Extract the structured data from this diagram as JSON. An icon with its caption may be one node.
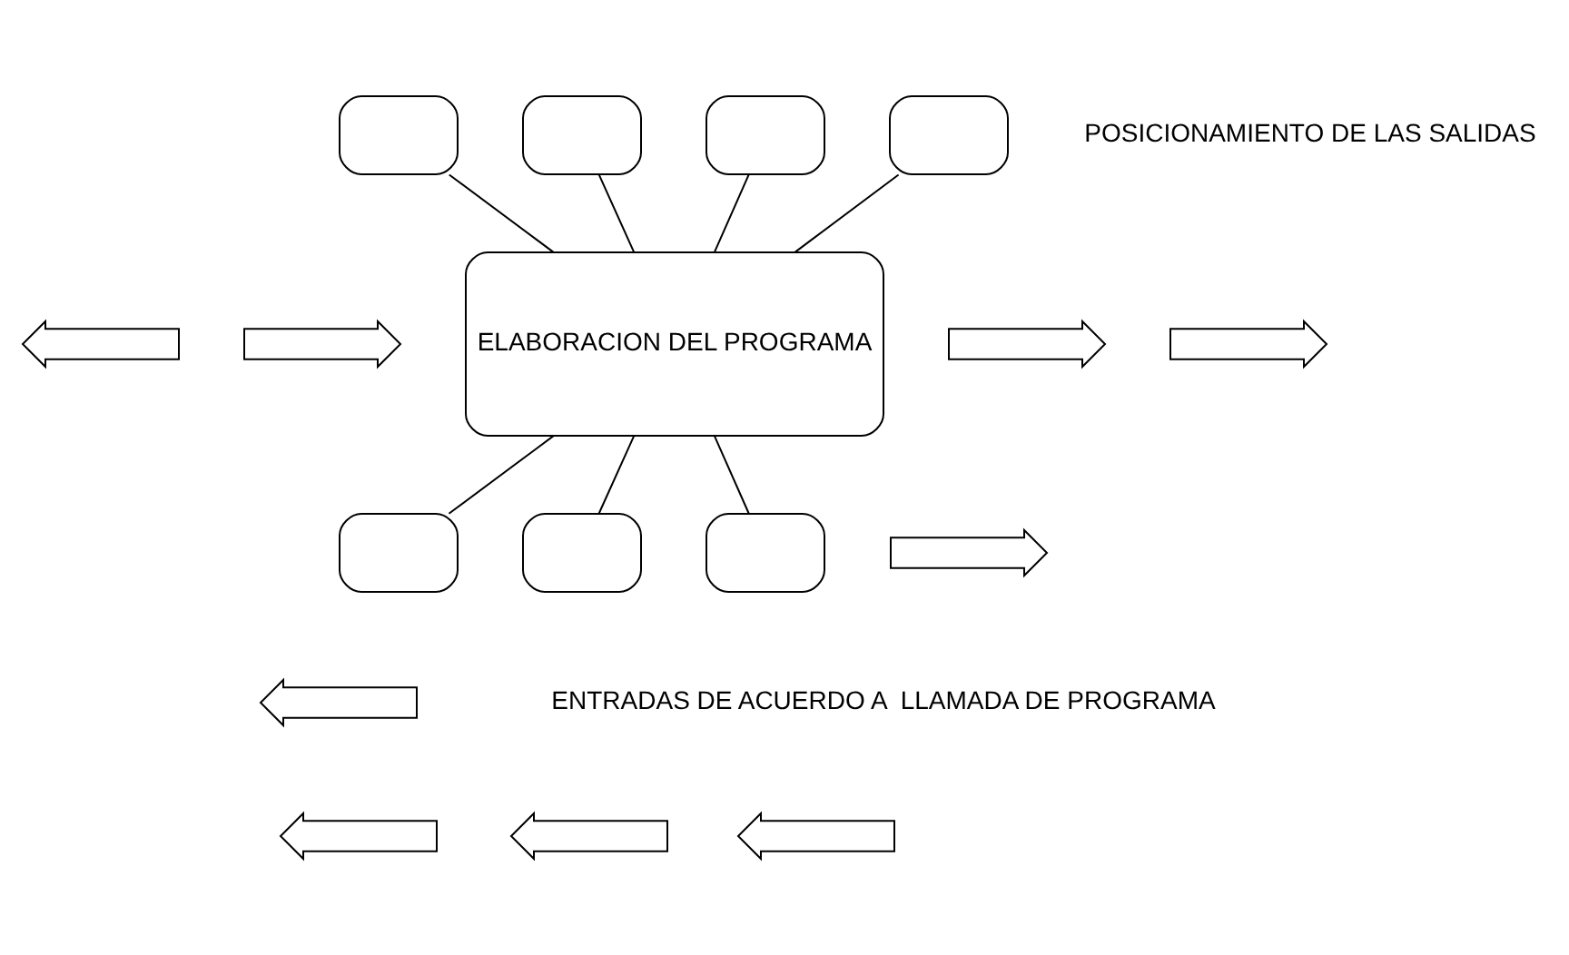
{
  "diagram": {
    "nodes": [
      {
        "text": [],
        "shape": "box"
      },
      {
        "text": [],
        "shape": "box"
      },
      {
        "text": [],
        "shape": "box"
      },
      {
        "text": [],
        "shape": "box"
      },
      {
        "text": [],
        "shape": "arrow"
      },
      {
        "text": [
          "ELABORACION DEL PROGRAMA"
        ]
      },
      {
        "text": [],
        "shape": "arrow"
      },
      {
        "text": [],
        "shape": "arrow"
      },
      {
        "text": [],
        "shape": "box"
      },
      {
        "text": [],
        "shape": "box"
      },
      {
        "text": [],
        "shape": "box"
      },
      {
        "text": [],
        "shape": "arrow"
      },
      {
        "text": [],
        "shape": "arrow"
      },
      {
        "text": [],
        "shape": "arrow"
      },
      {
        "text": [],
        "shape": "arrow"
      },
      {
        "text": [],
        "shape": "arrow"
      },
      {
        "text": [],
        "shape": "arrow"
      }
    ],
    "edges": [
      {
        "from": 5,
        "to": 0,
        "arrow": "none"
      },
      {
        "from": 5,
        "to": 1,
        "arrow": "none"
      },
      {
        "from": 5,
        "to": 2,
        "arrow": "none"
      },
      {
        "from": 5,
        "to": 3,
        "arrow": "none"
      },
      {
        "from": 5,
        "to": 8,
        "arrow": "none"
      },
      {
        "from": 5,
        "to": 9,
        "arrow": "none"
      },
      {
        "from": 5,
        "to": 10,
        "arrow": "none"
      }
    ],
    "labels": [
      "POSICIONAMIENTO DE LAS SALIDAS",
      "ENTRADAS DE ACUERDO A  LLAMADA DE PROGRAMA"
    ]
  }
}
